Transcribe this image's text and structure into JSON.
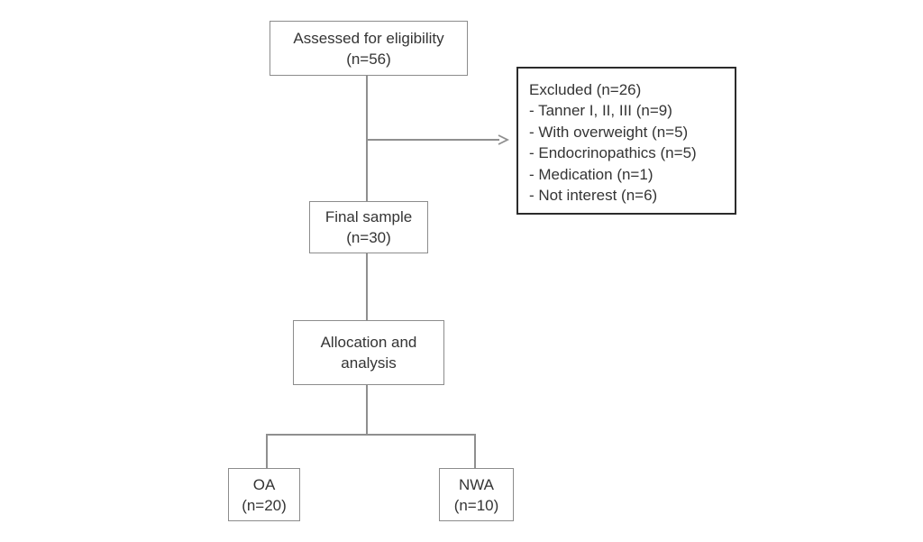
{
  "nodes": {
    "assessed": {
      "line1": "Assessed for eligibility",
      "line2": "(n=56)"
    },
    "excluded": {
      "title": "Excluded (n=26)",
      "items": [
        "- Tanner I, II, III (n=9)",
        "- With overweight (n=5)",
        "- Endocrinopathics (n=5)",
        "- Medication (n=1)",
        "- Not interest (n=6)"
      ]
    },
    "final_sample": {
      "line1": "Final sample",
      "line2": "(n=30)"
    },
    "allocation": {
      "line1": "Allocation and",
      "line2": "analysis"
    },
    "oa": {
      "line1": "OA",
      "line2": "(n=20)"
    },
    "nwa": {
      "line1": "NWA",
      "line2": "(n=10)"
    }
  },
  "colors": {
    "background": "#ffffff",
    "text": "#343434",
    "box_border": "#8c8c8c",
    "excluded_border": "#2b2b2b",
    "connector": "#8f8f8f"
  }
}
